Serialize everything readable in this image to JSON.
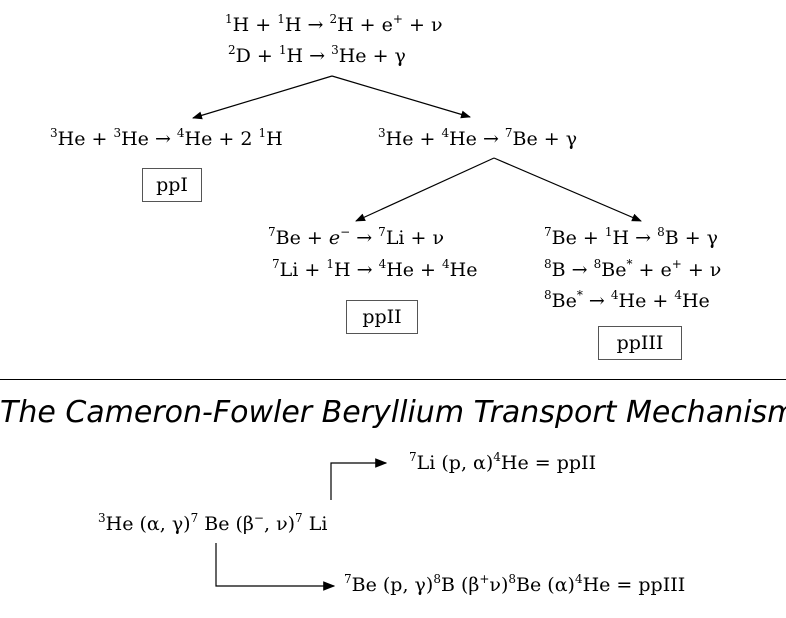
{
  "top": {
    "r1": {
      "m1": "1",
      "t1": "H + ",
      "m2": "1",
      "t2": "H → ",
      "m3": "2",
      "t3": "H + e",
      "s1": "+",
      "t4": " + ν"
    },
    "r2": {
      "m1": "2",
      "t1": "D + ",
      "m2": "1",
      "t2": "H → ",
      "m3": "3",
      "t3": "He + γ"
    },
    "ppI_eq": {
      "m1": "3",
      "t1": "He + ",
      "m2": "3",
      "t2": "He → ",
      "m3": "4",
      "t3": "He + 2 ",
      "m4": "1",
      "t4": "H"
    },
    "ppI_label": "ppI",
    "mid_eq": {
      "m1": "3",
      "t1": "He + ",
      "m2": "4",
      "t2": "He → ",
      "m3": "7",
      "t3": "Be + γ"
    },
    "ppII_eq1": {
      "m1": "7",
      "t1": "Be + ",
      "e": "e",
      "s1": "−",
      "t2": " → ",
      "m2": "7",
      "t3": "Li + ν"
    },
    "ppII_eq2": {
      "m1": "7",
      "t1": "Li + ",
      "m2": "1",
      "t2": "H → ",
      "m3": "4",
      "t3": "He + ",
      "m4": "4",
      "t4": "He"
    },
    "ppII_label": "ppII",
    "ppIII_eq1": {
      "m1": "7",
      "t1": "Be + ",
      "m2": "1",
      "t2": "H → ",
      "m3": "8",
      "t3": "B + γ"
    },
    "ppIII_eq2": {
      "m1": "8",
      "t1": "B → ",
      "m2": "8",
      "t2": "Be",
      "s1": "*",
      "t3": " + e",
      "s2": "+",
      "t4": " + ν"
    },
    "ppIII_eq3": {
      "m1": "8",
      "t1": "Be",
      "s1": "*",
      "t2": " → ",
      "m2": "4",
      "t3": "He + ",
      "m3": "4",
      "t4": "He"
    },
    "ppIII_label": "ppIII"
  },
  "bottom": {
    "title": "The Cameron-Fowler Beryllium Transport Mechanism",
    "chain": {
      "m1": "3",
      "t1": "He (α, γ)",
      "m2": "7",
      "t2": " Be (β",
      "s1": "−",
      "t3": ", ν)",
      "m3": "7",
      "t4": " Li"
    },
    "upper": {
      "m1": "7",
      "t1": "Li (p, α)",
      "m2": "4",
      "t2": "He  =  ppII"
    },
    "lower": {
      "m1": "7",
      "t1": "Be (p, γ)",
      "m2": "8",
      "t2": "B (β",
      "s1": "+",
      "t3": "ν)",
      "m3": "8",
      "t4": "Be (α)",
      "m4": "4",
      "t5": "He  =  ppIII"
    }
  }
}
